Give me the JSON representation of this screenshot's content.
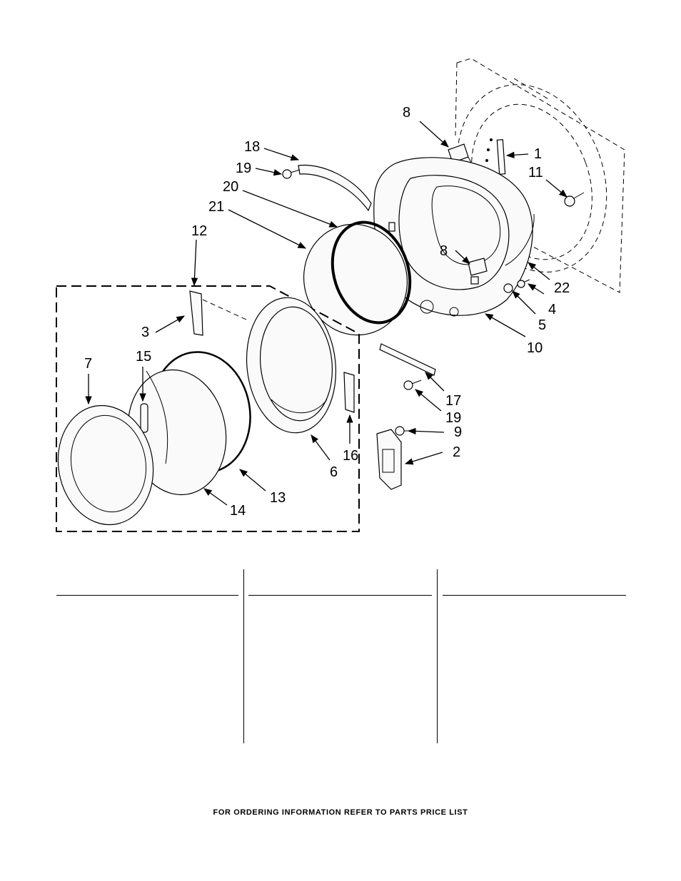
{
  "footer_text": "FOR ORDERING INFORMATION REFER TO PARTS PRICE LIST",
  "callouts": [
    "1",
    "2",
    "3",
    "4",
    "5",
    "6",
    "7",
    "8",
    "8",
    "9",
    "10",
    "11",
    "12",
    "13",
    "14",
    "15",
    "16",
    "17",
    "18",
    "19",
    "19",
    "20",
    "21",
    "22"
  ],
  "parts_table": {
    "columns": 3
  }
}
